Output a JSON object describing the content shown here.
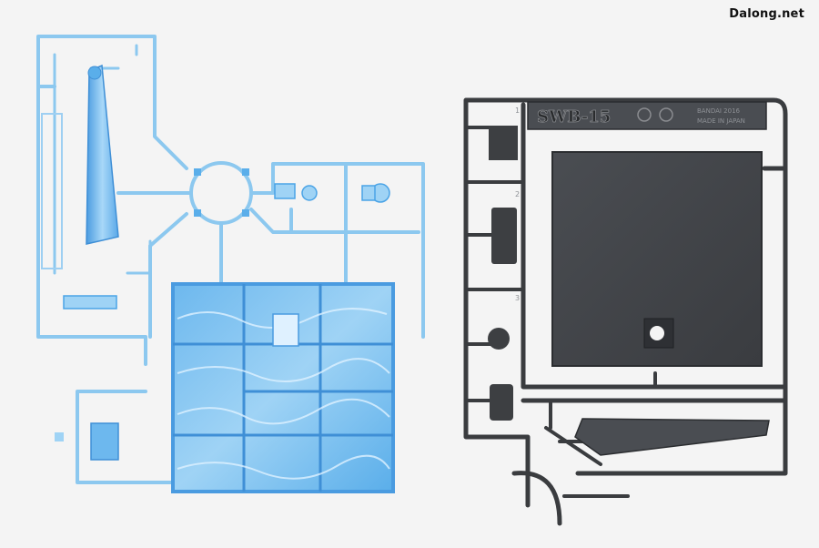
{
  "watermark": "Dalong.net",
  "left_sprue": {
    "colors": {
      "plastic": "#8cc8ef",
      "water": "#4aa3e6",
      "highlight": "#dff1ff"
    }
  },
  "right_sprue": {
    "code": "SWB-15",
    "brand": "BANDAI 2016",
    "origin": "MADE IN JAPAN",
    "part_numbers": [
      "1",
      "2",
      "3"
    ],
    "colors": {
      "plastic": "#3d3f42",
      "plate": "#45484c"
    }
  }
}
